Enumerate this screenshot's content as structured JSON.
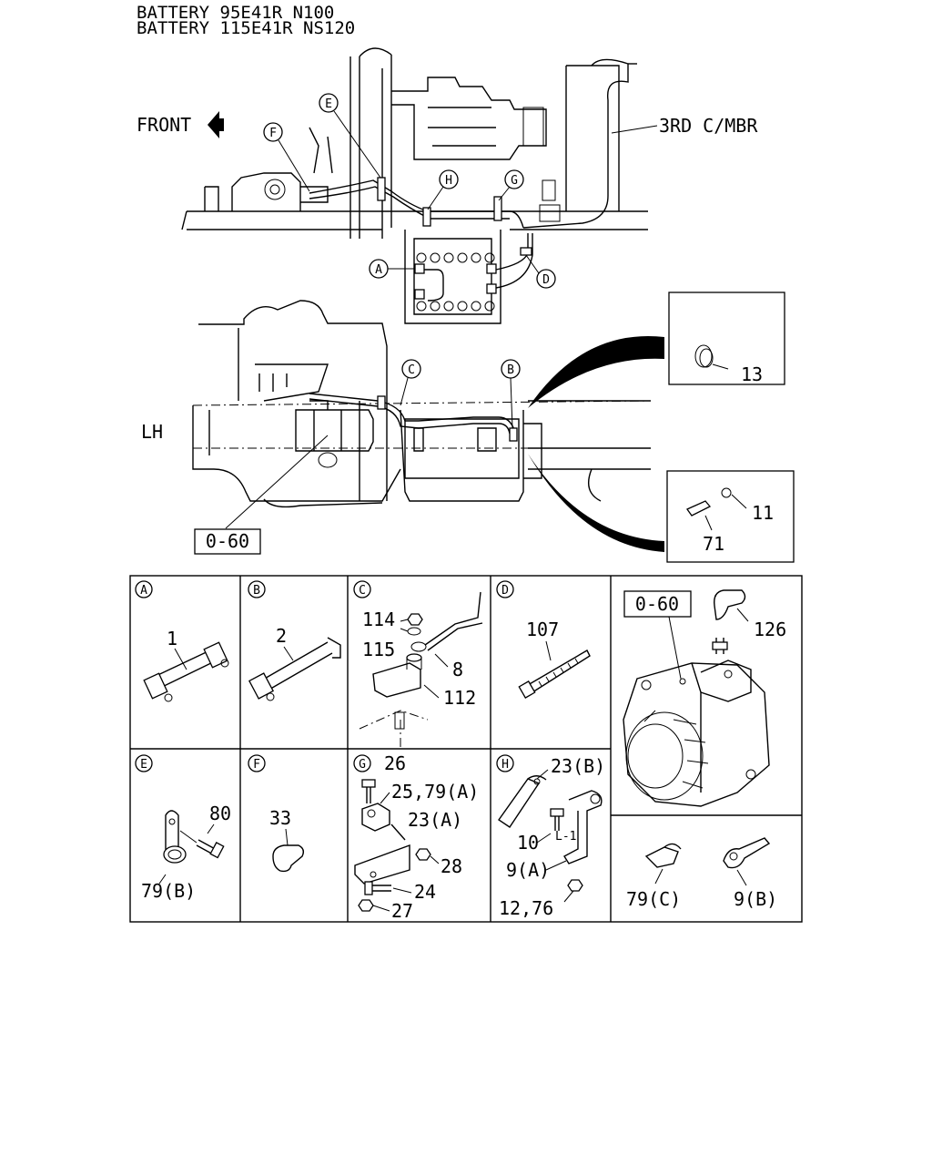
{
  "header": {
    "line1": "BATTERY 95E41R N100",
    "line2": "BATTERY 115E41R NS120"
  },
  "top_diagram": {
    "front_label": "FRONT",
    "crossmember_label": "3RD C/MBR",
    "side_label": "LH",
    "ref_box": "0-60",
    "callouts": [
      "A",
      "B",
      "C",
      "D",
      "E",
      "F",
      "G",
      "H"
    ],
    "inset_top_part": "13",
    "inset_bottom_parts": [
      "11",
      "71"
    ]
  },
  "detail_panels": [
    {
      "id": "A",
      "parts": [
        "1"
      ]
    },
    {
      "id": "B",
      "parts": [
        "2"
      ]
    },
    {
      "id": "C",
      "parts": [
        "114",
        "115",
        "8",
        "112"
      ]
    },
    {
      "id": "D",
      "parts": [
        "107"
      ]
    },
    {
      "id": "E",
      "parts": [
        "80",
        "79(B)"
      ]
    },
    {
      "id": "F",
      "parts": [
        "33"
      ]
    },
    {
      "id": "G",
      "parts": [
        "26",
        "25,79(A)",
        "23(A)",
        "28",
        "24",
        "27"
      ]
    },
    {
      "id": "H",
      "parts": [
        "23(B)",
        "10",
        "9(A)",
        "12,76"
      ]
    }
  ],
  "alternator_panel": {
    "ref_box": "0-60",
    "parts": [
      "126"
    ],
    "clips": [
      "79(C)",
      "9(B)"
    ]
  }
}
